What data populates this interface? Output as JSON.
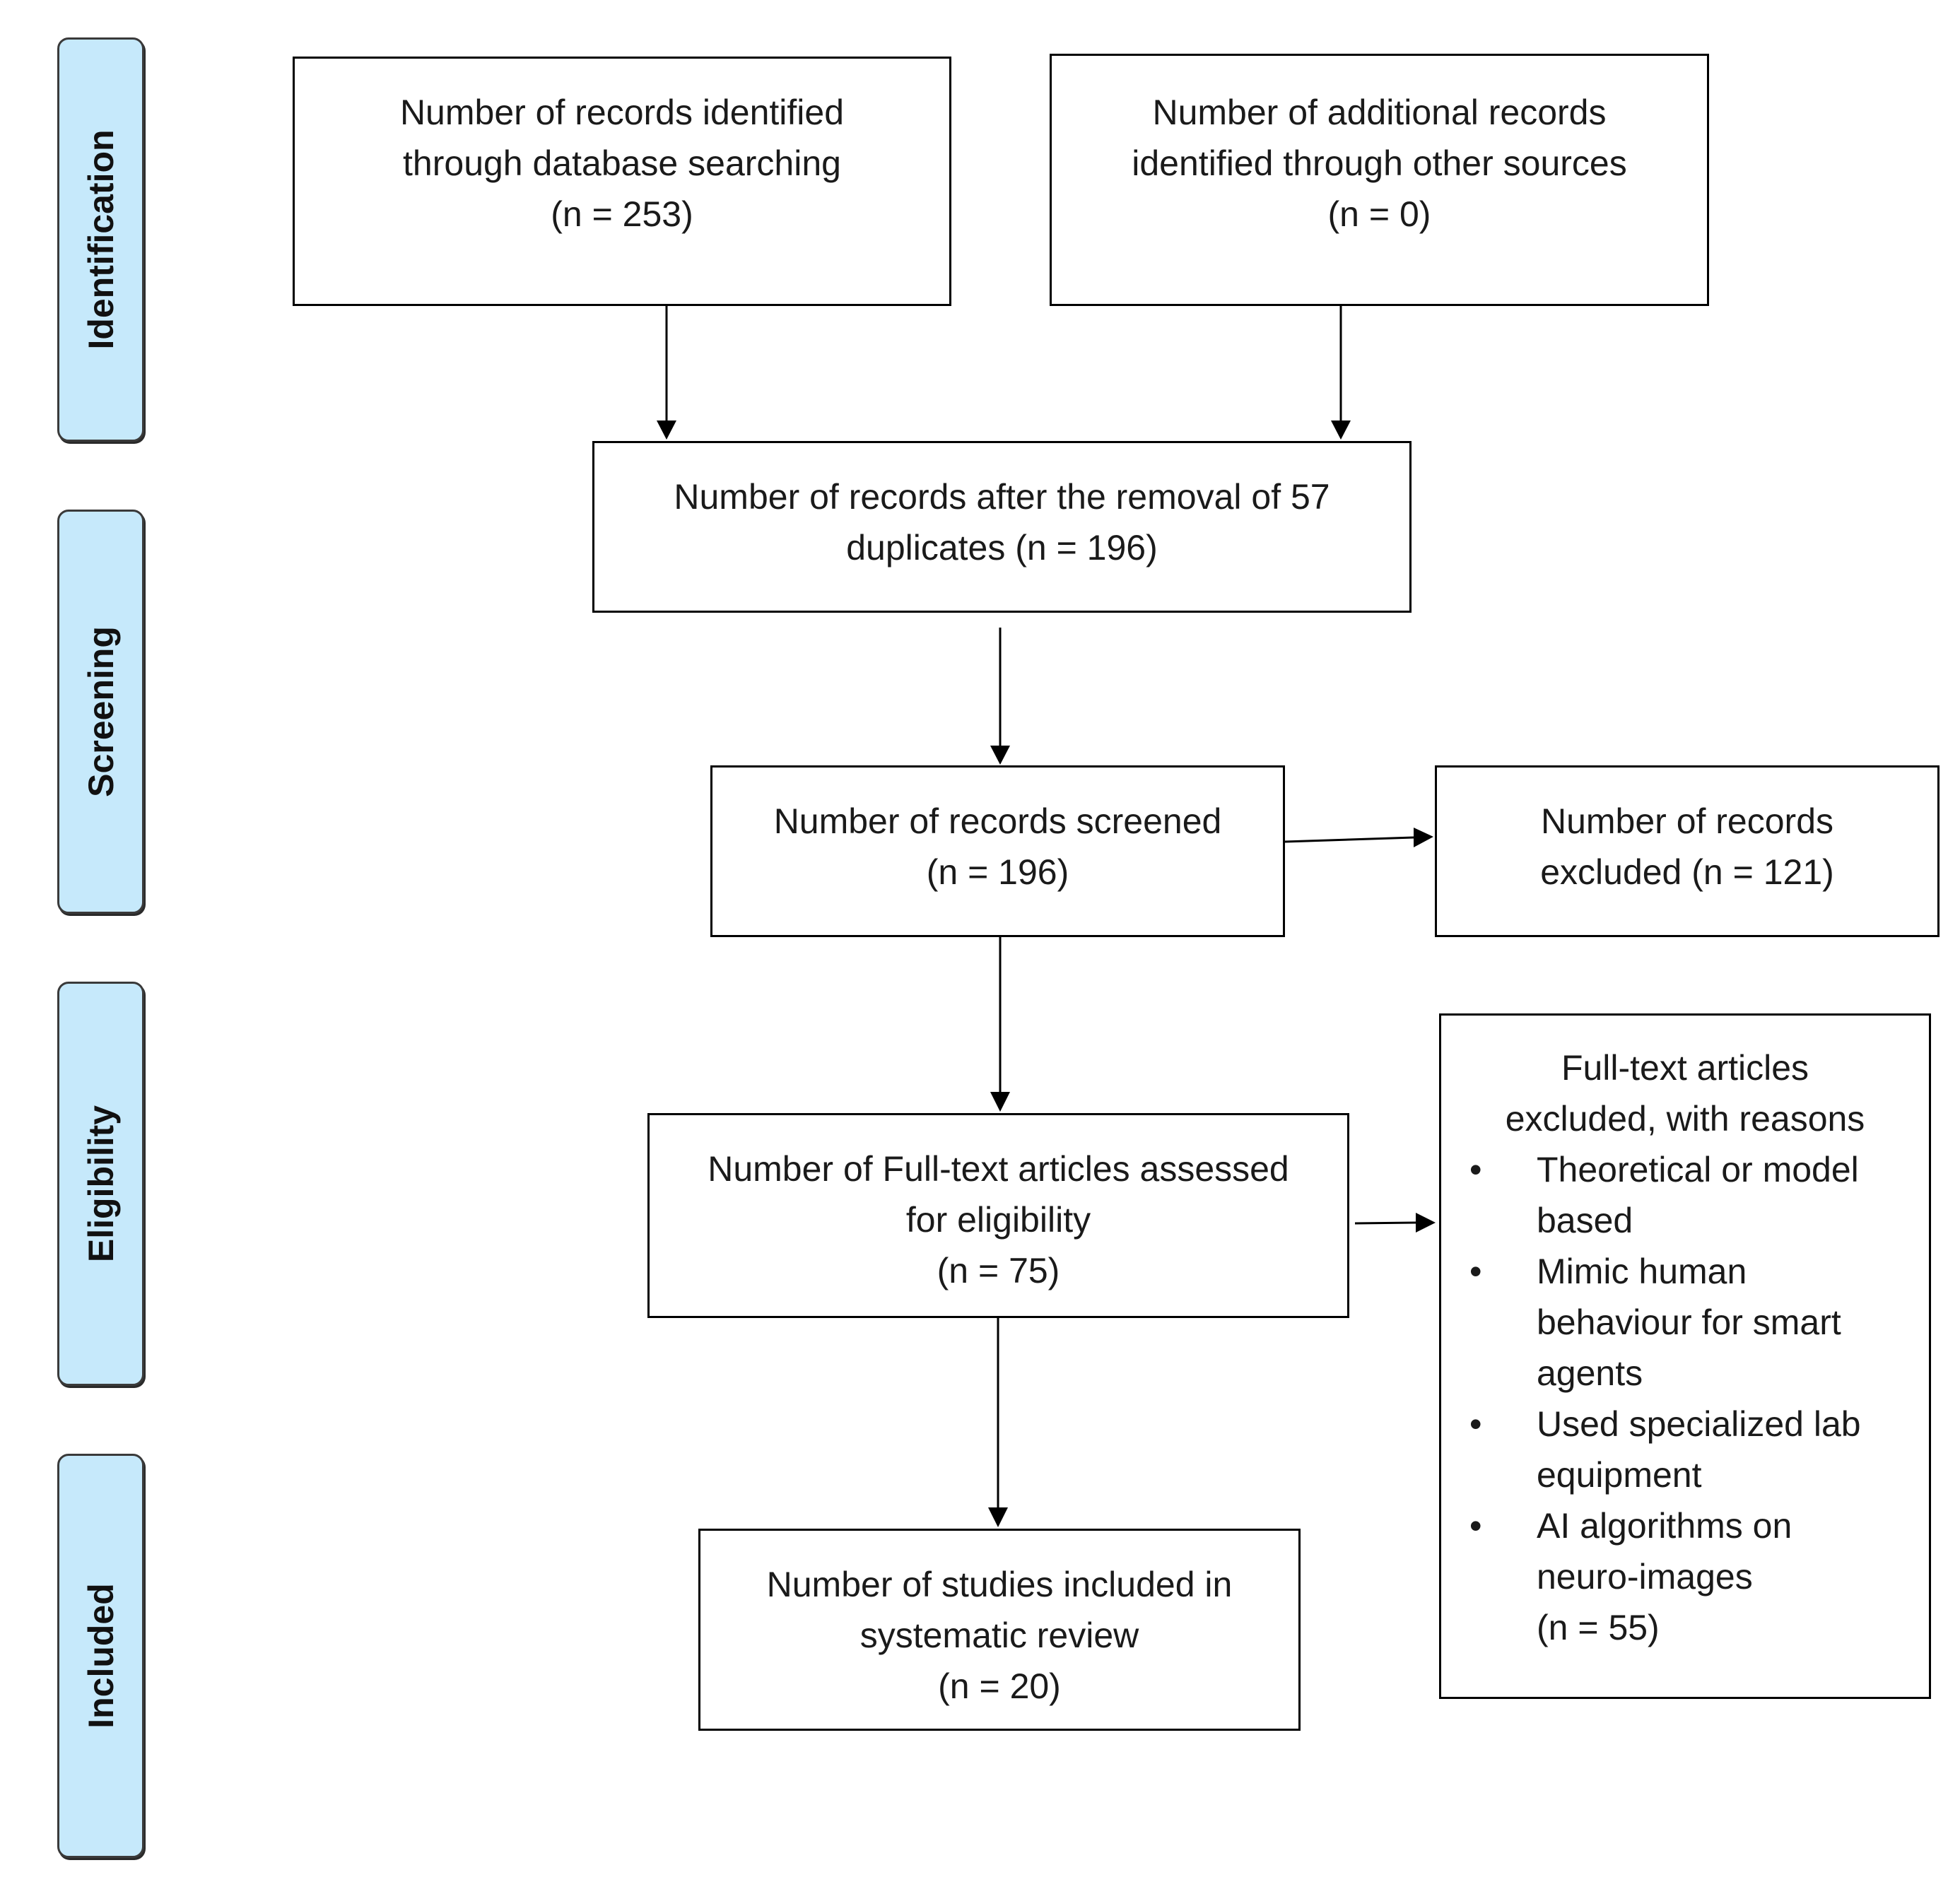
{
  "stages": [
    {
      "id": "identification",
      "label": "Identification"
    },
    {
      "id": "screening",
      "label": "Screening"
    },
    {
      "id": "eligibility",
      "label": "Eligibility"
    },
    {
      "id": "included",
      "label": "Included"
    }
  ],
  "boxes": {
    "database_records": "Number of records identified\nthrough database searching\n(n = 253)",
    "other_records": "Number of additional records\nidentified through other sources\n(n =   0)",
    "after_duplicates": "Number of records after the removal of 57\nduplicates (n = 196)",
    "screened": "Number of records screened\n(n = 196)",
    "excluded": "Number of records\nexcluded (n = 121)",
    "full_text_assessed": "Number of Full-text articles assessed\nfor eligibility\n(n = 75)",
    "included_studies": "Number of studies included in\nsystematic review\n(n = 20)"
  },
  "full_text_excluded": {
    "heading": "Full-text articles\nexcluded, with reasons",
    "bullet": "•",
    "reasons": [
      "Theoretical or model based",
      "Mimic human behaviour for smart agents",
      "Used specialized lab equipment",
      "AI algorithms on neuro-images"
    ],
    "count": "(n = 55)"
  }
}
